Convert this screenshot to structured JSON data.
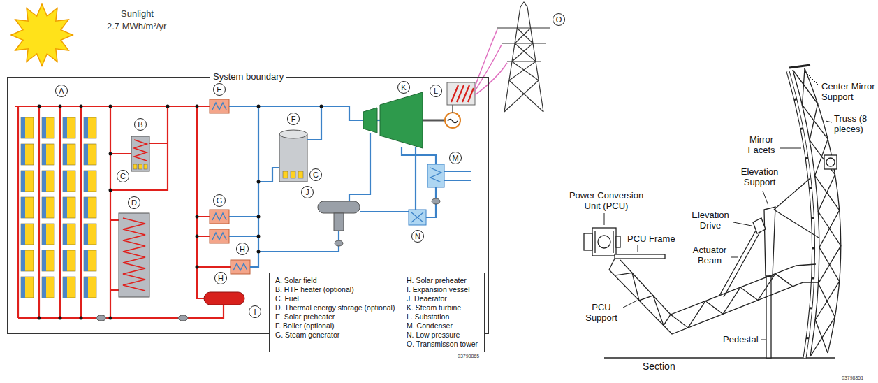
{
  "diagram": {
    "nodes": [
      {
        "text": [
          "System boundary"
        ]
      },
      {
        "text": [
          "A"
        ],
        "in": 0
      },
      {
        "text": [
          "B"
        ],
        "in": 0
      },
      {
        "text": [
          "C"
        ],
        "in": 0
      },
      {
        "text": [
          "D"
        ],
        "in": 0
      },
      {
        "text": [
          "E"
        ],
        "in": 0
      },
      {
        "text": [
          "F"
        ],
        "in": 0
      },
      {
        "text": [
          "C"
        ],
        "in": 0
      },
      {
        "text": [
          "G"
        ],
        "in": 0
      },
      {
        "text": [
          "H"
        ],
        "in": 0
      },
      {
        "text": [
          "H"
        ],
        "in": 0
      },
      {
        "text": [
          "I"
        ],
        "in": 0
      },
      {
        "text": [
          "J"
        ],
        "in": 0
      },
      {
        "text": [
          "K"
        ],
        "in": 0
      },
      {
        "text": [
          "L"
        ],
        "in": 0
      },
      {
        "text": [
          "M"
        ],
        "in": 0
      },
      {
        "text": [
          "N"
        ],
        "in": 0
      },
      {
        "text": [
          "O"
        ]
      },
      {
        "text": [
          "A. Solar field",
          "B. HTF heater (optional)",
          "C. Fuel",
          "D. Thermal energy storage (optional)",
          "E. Solar preheater",
          "F. Boiler (optional)",
          "G. Steam generator",
          "H. Solar preheater",
          "I. Expansion vessel",
          "J. Deaerator",
          "K. Steam turbine",
          "L. Substation",
          "M. Condenser",
          "N. Low pressure",
          "O. Transmisson tower"
        ]
      }
    ],
    "labels": [
      "Sunlight",
      "2.7 MWh/m²/yr",
      "03798865",
      "Center Mirror Support",
      "Truss (8 pieces)",
      "Mirror Facets",
      "Elevation Support",
      "Power Conversion Unit (PCU)",
      "Elevation Drive",
      "PCU Frame",
      "Actuator Beam",
      "PCU Support",
      "Pedestal",
      "Section",
      "03798851"
    ]
  }
}
